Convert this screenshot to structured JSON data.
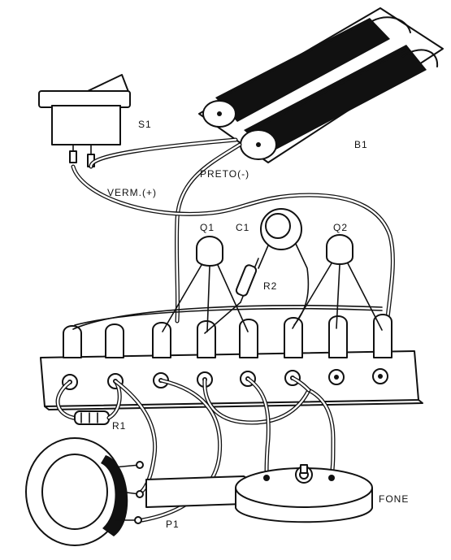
{
  "labels": {
    "switch": "S1",
    "battery": "B1",
    "wire_black": "PRETO(-)",
    "wire_red": "VERM.(+)",
    "transistor_1": "Q1",
    "transistor_2": "Q2",
    "capacitor": "C1",
    "resistor_2": "R2",
    "resistor_1": "R1",
    "potentiometer": "P1",
    "earphone": "FONE"
  }
}
